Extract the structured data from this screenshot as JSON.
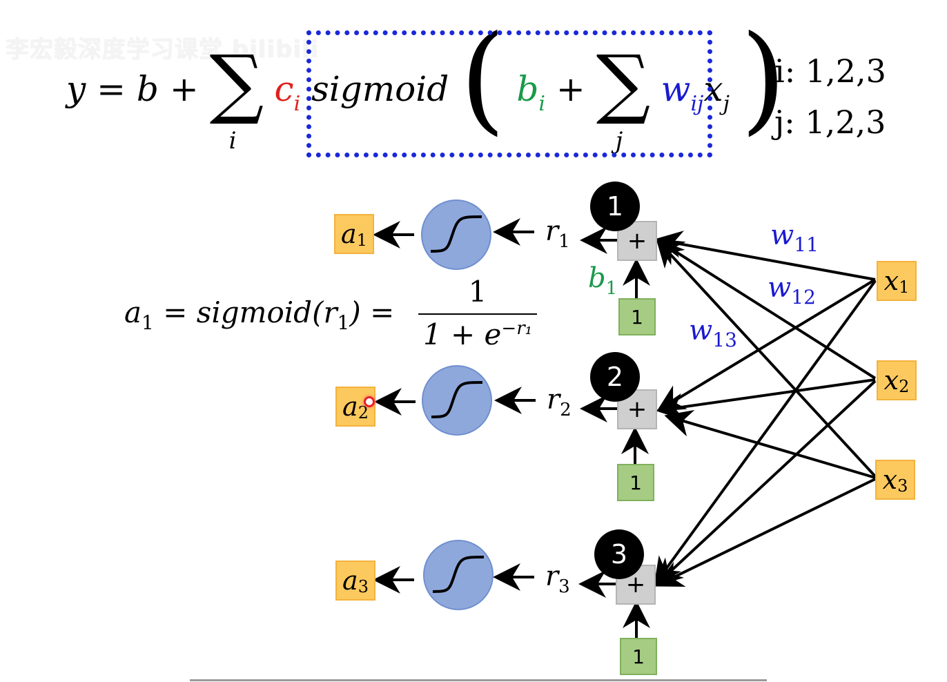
{
  "watermark": "李宏毅深度学习课堂 bilibili",
  "formula": {
    "lhs": "y = b +",
    "sum_symbol": "∑",
    "sum_index_i": "i",
    "c": "c",
    "c_sub": "i",
    "sigmoid": "sigmoid",
    "open_paren": "(",
    "b": "b",
    "b_sub": "i",
    "plus": "+",
    "sum_index_j": "j",
    "w": "w",
    "w_sub": "ij",
    "x": "x",
    "x_sub": "j",
    "close_paren": ")"
  },
  "indices": {
    "i_range": "i: 1,2,3",
    "j_range": "j: 1,2,3"
  },
  "colors": {
    "c_color": "#e0201a",
    "b_color": "#1a9a4a",
    "w_color": "#1a1ad0",
    "dash_box": "#1b28d8",
    "node_yellow": "#fbc95e",
    "node_green": "#a6cc84",
    "node_gray": "#cfcfcf",
    "sigmoid_fill": "#8fa8dc"
  },
  "sigmoid_equation": {
    "lhs": "a",
    "lhs_sub": "1",
    "mid": " = sigmoid(r",
    "mid_sub": "1",
    "rhs": ") =",
    "numerator": "1",
    "denominator": "1 + e",
    "exponent": "−r₁"
  },
  "neurons": [
    {
      "badge": "1",
      "output": "a",
      "output_sub": "1",
      "r": "r",
      "r_sub": "1",
      "bias_input": "1",
      "plus": "+"
    },
    {
      "badge": "2",
      "output": "a",
      "output_sub": "2",
      "r": "r",
      "r_sub": "2",
      "bias_input": "1",
      "plus": "+"
    },
    {
      "badge": "3",
      "output": "a",
      "output_sub": "3",
      "r": "r",
      "r_sub": "3",
      "bias_input": "1",
      "plus": "+"
    }
  ],
  "bias_label": {
    "b": "b",
    "sub": "1"
  },
  "inputs": [
    {
      "x": "x",
      "sub": "1"
    },
    {
      "x": "x",
      "sub": "2"
    },
    {
      "x": "x",
      "sub": "3"
    }
  ],
  "weights": [
    {
      "w": "w",
      "sub": "11"
    },
    {
      "w": "w",
      "sub": "12"
    },
    {
      "w": "w",
      "sub": "13"
    }
  ]
}
